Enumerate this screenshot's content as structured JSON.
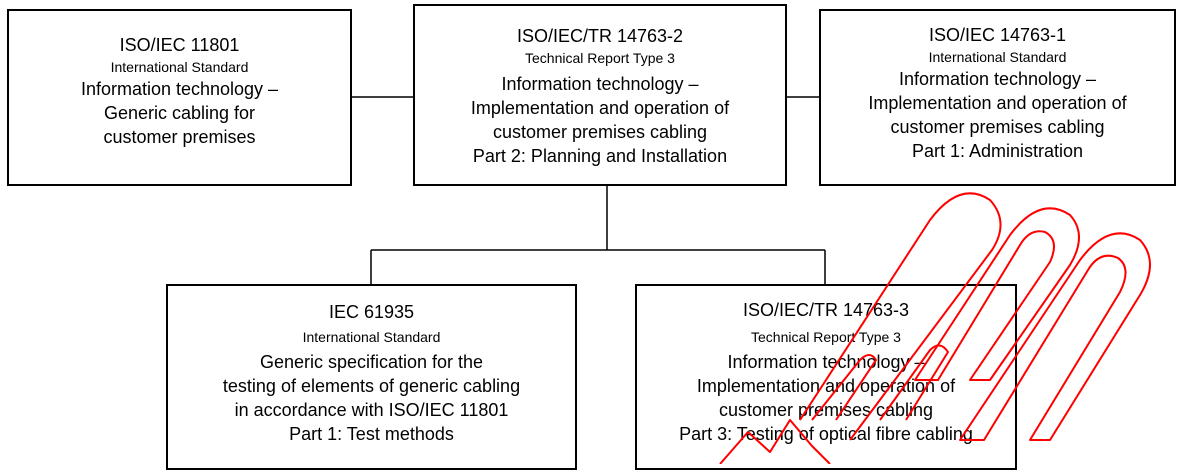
{
  "boxes": {
    "iso11801": {
      "id": "ISO/IEC 11801",
      "type": "International Standard",
      "lines": [
        "Information technology –",
        "Generic cabling for",
        "customer premises"
      ]
    },
    "tr14763_2": {
      "id": "ISO/IEC/TR 14763-2",
      "type": "Technical Report Type 3",
      "lines": [
        "Information technology –",
        "Implementation and operation of",
        "customer premises cabling",
        "Part 2: Planning and Installation"
      ]
    },
    "iso14763_1": {
      "id": "ISO/IEC 14763-1",
      "type": "International Standard",
      "lines": [
        "Information technology –",
        "Implementation and operation of",
        "customer premises cabling",
        "Part 1: Administration"
      ]
    },
    "iec61935": {
      "id": "IEC 61935",
      "type": "International Standard",
      "lines": [
        "Generic specification for the",
        "testing of elements of generic cabling",
        "in accordance with ISO/IEC 11801",
        "Part 1: Test methods"
      ]
    },
    "tr14763_3": {
      "id": "ISO/IEC/TR 14763-3",
      "type": "Technical Report Type 3",
      "lines": [
        "Information technology –",
        "Implementation and operation of",
        "customer premises cabling",
        "Part 3: Testing of optical fibre cabling"
      ]
    }
  },
  "watermark": {
    "text": "Withdrawn",
    "color": "#ff0000"
  },
  "colors": {
    "line": "#000000",
    "background": "#ffffff"
  }
}
